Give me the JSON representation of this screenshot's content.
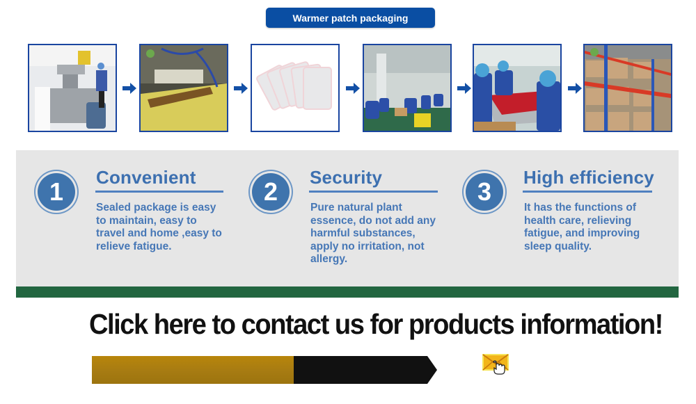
{
  "header": {
    "title": "Warmer patch packaging",
    "accent_color": "#0a4ea3"
  },
  "process_steps": [
    {
      "id": 1,
      "icon": "production-machine-photo",
      "alt": "Worker operating packaging machine"
    },
    {
      "id": 2,
      "icon": "cutting-press-photo",
      "alt": "Cutting press over yellow film"
    },
    {
      "id": 3,
      "icon": "warmer-patches-photo",
      "alt": "Stack of white warmer patches"
    },
    {
      "id": 4,
      "icon": "workshop-photo",
      "alt": "Workers in packing workshop"
    },
    {
      "id": 5,
      "icon": "packing-photo",
      "alt": "Workers packing red pouches"
    },
    {
      "id": 6,
      "icon": "warehouse-photo",
      "alt": "Warehouse shelves with boxes"
    }
  ],
  "features": [
    {
      "number": "1",
      "title": "Convenient",
      "lines": [
        "Sealed package is easy",
        "to maintain, easy to",
        "travel and home ,easy to",
        "relieve fatigue."
      ]
    },
    {
      "number": "2",
      "title": "Security",
      "lines": [
        "Pure natural plant",
        "essence, do not add any",
        "harmful substances,",
        "apply no irritation, not",
        "allergy."
      ]
    },
    {
      "number": "3",
      "title": "High efficiency",
      "lines": [
        "It has the functions of",
        "health care, relieving",
        "fatigue, and improving",
        "sleep quality."
      ]
    }
  ],
  "colors": {
    "panel_bg": "#e6e6e6",
    "feature_blue": "#3d70b0",
    "green_bar": "#226640",
    "frame_blue": "#1a45a0"
  },
  "cta": {
    "text": "Click here to contact us for products information!",
    "icon": "mail-click-icon"
  }
}
